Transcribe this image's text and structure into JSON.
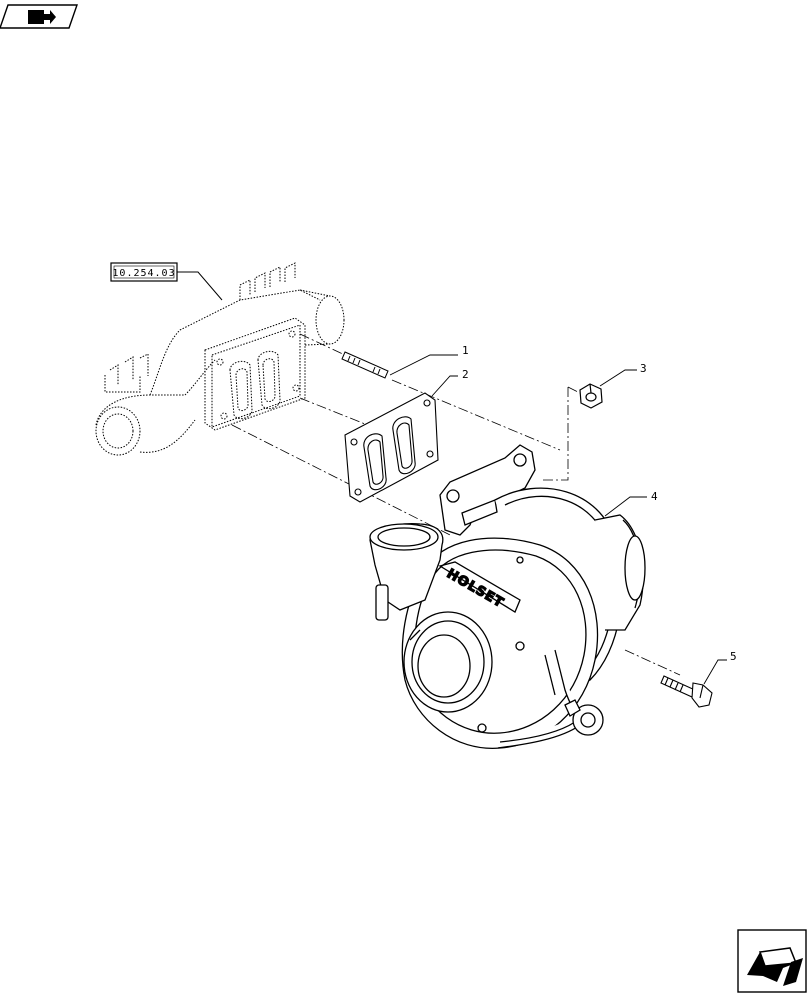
{
  "header": {
    "icon": "book-arrow-icon"
  },
  "reference": {
    "label": "10.254.03"
  },
  "callouts": [
    {
      "id": "1",
      "label": "1"
    },
    {
      "id": "2",
      "label": "2"
    },
    {
      "id": "3",
      "label": "3"
    },
    {
      "id": "4",
      "label": "4"
    },
    {
      "id": "5",
      "label": "5"
    }
  ],
  "turbo": {
    "brand": "HOLSET"
  },
  "footer": {
    "icon": "next-page-arrow-icon"
  }
}
